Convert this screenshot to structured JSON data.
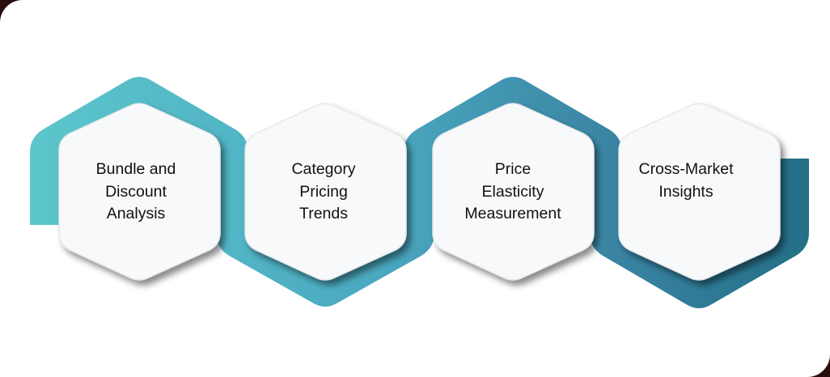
{
  "diagram": {
    "type": "hexagon-process-flow",
    "steps": [
      {
        "label": "Bundle and\nDiscount\nAnalysis"
      },
      {
        "label": "Category\nPricing\nTrends"
      },
      {
        "label": "Price\nElasticity\nMeasurement"
      },
      {
        "label": "Cross-Market\nInsights"
      }
    ],
    "colors": {
      "band_start": "#5cc6cc",
      "band_mid": "#4aa8bf",
      "band_end": "#226f86",
      "hexagon_fill": "#f8f9fa",
      "text": "#111111",
      "corner_background": "#2a0d0d"
    }
  }
}
